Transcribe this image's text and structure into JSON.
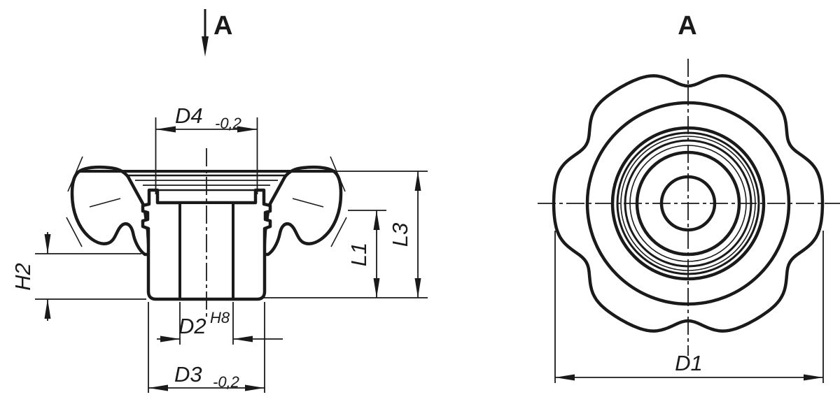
{
  "labels": {
    "section_arrow": "A",
    "view_title": "A",
    "d4": "D4",
    "d4_tol": "-0,2",
    "h2": "H2",
    "d2": "D2",
    "d2_fit": "H8",
    "d3": "D3",
    "d3_tol": "-0,2",
    "l1": "L1",
    "l3": "L3",
    "d1": "D1"
  },
  "style": {
    "ink": "#1a1a1a",
    "background": "#ffffff"
  }
}
